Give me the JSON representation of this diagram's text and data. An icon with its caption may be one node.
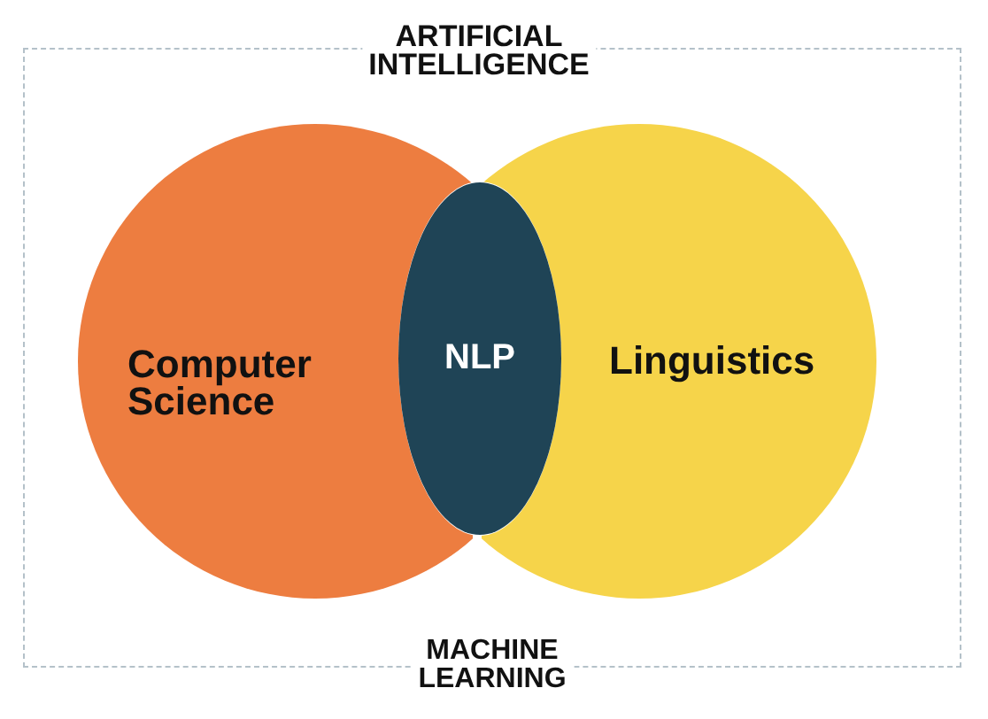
{
  "diagram": {
    "nodes": [
      {
        "text": [
          "ARTIFICIAL INTELLIGENCE",
          "MACHINE LEARNING"
        ]
      },
      {
        "text": [
          "Computer Science"
        ],
        "in": 0
      },
      {
        "text": [
          "NLP"
        ]
      },
      {
        "text": [
          "Linguistics"
        ],
        "in": 0
      }
    ]
  }
}
